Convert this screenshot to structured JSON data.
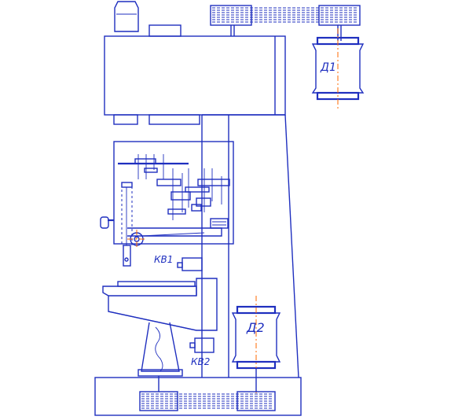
{
  "labels": {
    "motor_top": "Д1",
    "motor_bottom": "Д2",
    "limit_switch_1": "КВ1",
    "limit_switch_2": "КВ2"
  },
  "colors": {
    "line": "#1f2fbf",
    "axis": "#ff6a00",
    "background": "#ffffff"
  }
}
